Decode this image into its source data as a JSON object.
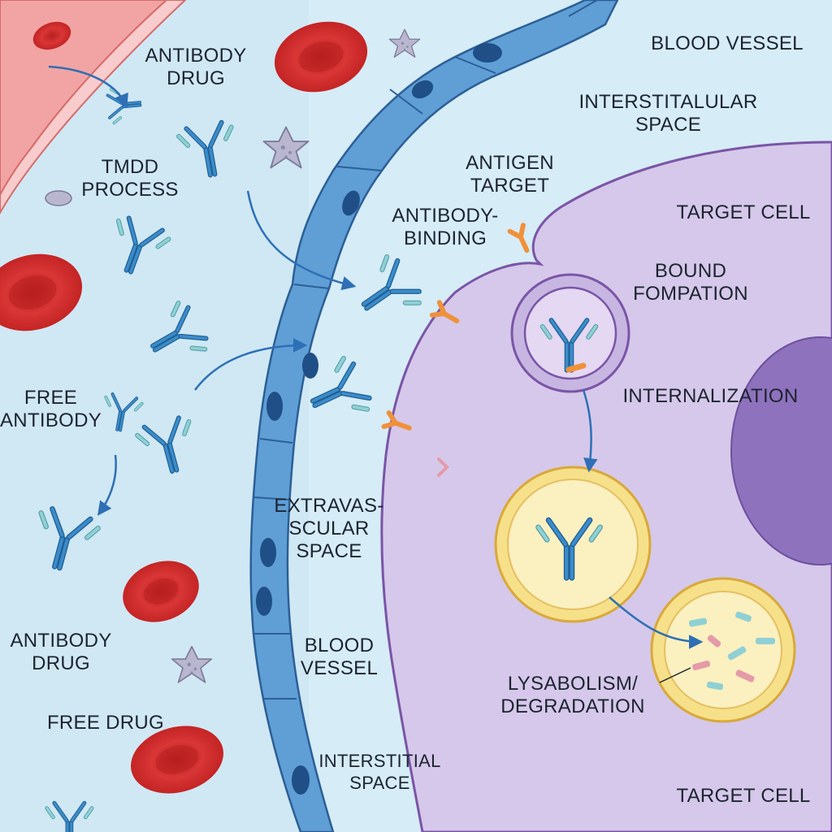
{
  "labels": {
    "antibody_drug_top": [
      "ANTIBODY",
      "DRUG"
    ],
    "tmdd_process": [
      "TMDD",
      "PROCESS"
    ],
    "free_antibody": [
      "FREE",
      "ANTIBODY"
    ],
    "antibody_drug_bottom": [
      "ANTIBODY",
      "DRUG"
    ],
    "free_drug": "FREE DRUG",
    "blood_vessel_top": "BLOOD VESSEL",
    "interstitial_top": [
      "INTERSTITALULAR",
      "SPACE"
    ],
    "antigen_target": [
      "ANTIGEN",
      "TARGET"
    ],
    "antibody_binding": [
      "ANTIBODY-",
      "BINDING"
    ],
    "target_cell_top": "TARGET CELL",
    "bound_formation": [
      "BOUND",
      "FOMPATION"
    ],
    "internalization": "INTERNALIZATION",
    "extravascular": [
      "EXTRAVAS-",
      "SCULAR",
      "SPACE"
    ],
    "blood_vessel_bottom": [
      "BLOOD",
      "VESSEL"
    ],
    "interstitial_bottom": [
      "INTERSTITIAL",
      "SPACE"
    ],
    "lysabolism": [
      "LYSABOLISM/",
      "DEGRADATION"
    ],
    "target_cell_bottom": "TARGET CELL"
  },
  "colors": {
    "background": "#d6ecf6",
    "vessel_wall": "#f2a4a4",
    "red_blood_cell": "#d62f2f",
    "endothelial_cell": "#5f9fd6",
    "antibody": "#3b8cc8",
    "antibody_light_chain": "#8fd0d4",
    "antigen": "#f0913a",
    "target_cell": "#d6c8ea",
    "target_cell_border": "#7a55a6",
    "nucleus": "#8e72bd",
    "lysosome": "#f7e08a",
    "arrow": "#2e6fb5"
  },
  "icons": [
    "antibody-icon",
    "red-blood-cell-icon",
    "platelet-icon",
    "antigen-receptor-icon",
    "endosome-icon",
    "lysosome-icon",
    "arrow-icon"
  ]
}
